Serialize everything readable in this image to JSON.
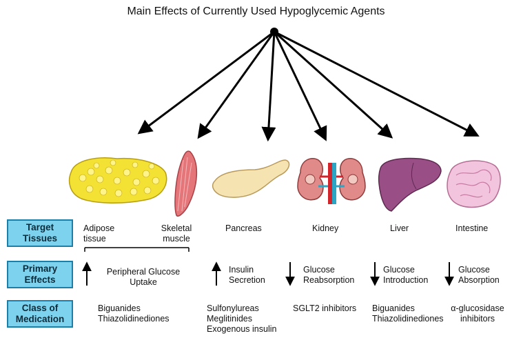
{
  "title": "Main Effects of Currently Used Hypoglycemic Agents",
  "row_headers": [
    {
      "line1": "Target",
      "line2": "Tissues"
    },
    {
      "line1": "Primary",
      "line2": "Effects"
    },
    {
      "line1": "Class of",
      "line2": "Medication"
    }
  ],
  "tissues": {
    "adipose": {
      "line1": "Adipose",
      "line2": "tissue"
    },
    "muscle": {
      "line1": "Skeletal",
      "line2": "muscle"
    },
    "pancreas": "Pancreas",
    "kidney": "Kidney",
    "liver": "Liver",
    "intestine": "Intestine"
  },
  "effects": {
    "peripheral": {
      "line1": "Peripheral Glucose",
      "line2": "Uptake",
      "direction": "up"
    },
    "insulin": {
      "line1": "Insulin",
      "line2": "Secretion",
      "direction": "up"
    },
    "reabsorption": {
      "line1": "Glucose",
      "line2": "Reabsorption",
      "direction": "down"
    },
    "introduction": {
      "line1": "Glucose",
      "line2": "Introduction",
      "direction": "down"
    },
    "absorption": {
      "line1": "Glucose",
      "line2": "Absorption",
      "direction": "down"
    }
  },
  "medications": {
    "peripheral": {
      "line1": "Biguanides",
      "line2": "Thiazolidinediones"
    },
    "insulin": {
      "line1": "Sulfonylureas",
      "line2": "Meglitinides",
      "line3": "Exogenous insulin"
    },
    "kidney": "SGLT2 inhibitors",
    "liver": {
      "line1": "Biguanides",
      "line2": "Thiazolidinediones"
    },
    "intestine": {
      "line1": "α-glucosidase",
      "line2": "inhibitors"
    }
  },
  "colors": {
    "header_fill": "#7dd3ee",
    "header_border": "#1d7fa8",
    "adipose": "#f3e234",
    "muscle": "#e4767a",
    "pancreas": "#f5e3b1",
    "liver": "#9a4e86",
    "intestine": "#f3c4de",
    "kidney": "#e08a8a"
  }
}
